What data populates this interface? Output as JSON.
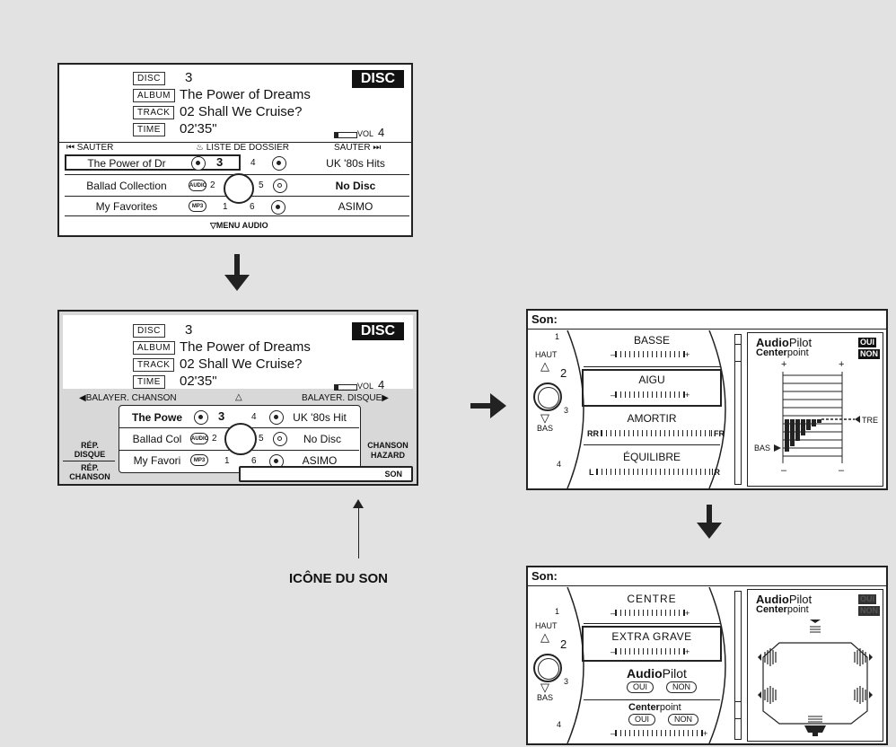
{
  "screen1": {
    "disc_label": "DISC",
    "disc_value": "3",
    "album_label": "ALBUM",
    "album_value": "The Power of Dreams",
    "track_label": "TRACK",
    "track_value": "02  Shall We Cruise?",
    "time_label": "TIME",
    "time_value": "02'35\"",
    "badge": "DISC",
    "vol_label": "VOL",
    "vol_value": "4",
    "nav_left": "SAUTER",
    "nav_center": "LISTE DE DOSSIER",
    "nav_right": "SAUTER",
    "rows": [
      {
        "left": "The Power of  Dr",
        "lnum": "3",
        "rnum": "4",
        "right": "UK '80s Hits"
      },
      {
        "left": "Ballad Collection",
        "lnum": "2",
        "rnum": "5",
        "right": "No Disc"
      },
      {
        "left": "My Favorites",
        "lnum": "1",
        "rnum": "6",
        "right": "ASIMO"
      }
    ],
    "audio_pill": "AUDIO",
    "mp3_pill": "MP3",
    "footer": "MENU AUDIO"
  },
  "screen2": {
    "disc_label": "DISC",
    "disc_value": "3",
    "album_label": "ALBUM",
    "album_value": "The Power of Dreams",
    "track_label": "TRACK",
    "track_value": "02  Shall We Cruise?",
    "time_label": "TIME",
    "time_value": "02'35\"",
    "badge": "DISC",
    "vol_label": "VOL",
    "vol_value": "4",
    "nav_left": "BALAYER. CHANSON",
    "nav_right": "BALAYER. DISQUE",
    "rows": [
      {
        "left": "The Powe",
        "lnum": "3",
        "rnum": "4",
        "right": "UK '80s Hit"
      },
      {
        "left": "Ballad Col",
        "lnum": "2",
        "rnum": "5",
        "right": "No Disc"
      },
      {
        "left": "My Favori",
        "lnum": "1",
        "rnum": "6",
        "right": "ASIMO"
      }
    ],
    "audio_pill": "AUDIO",
    "mp3_pill": "MP3",
    "rep_disque_1": "RÉP.",
    "rep_disque_2": "DISQUE",
    "rep_chanson_1": "RÉP.",
    "rep_chanson_2": "CHANSON",
    "chanson_hazard_1": "CHANSON",
    "chanson_hazard_2": "HAZARD",
    "son": "SON"
  },
  "callout": "ICÔNE DU SON",
  "son1": {
    "title": "Son:",
    "haut": "HAUT",
    "bas": "BAS",
    "current": "2",
    "n1": "1",
    "n3": "3",
    "n4": "4",
    "items": [
      "BASSE",
      "AIGU",
      "AMORTIR",
      "ÉQUILIBRE"
    ],
    "minus": "–",
    "plus": "+",
    "rr": "RR",
    "fr": "FR",
    "l": "L",
    "r": "R",
    "ap_audio": "Audio",
    "ap_pilot": "Pilot",
    "ap_oui": "OUI",
    "cp_center": "Center",
    "cp_point": "point",
    "cp_non": "NON",
    "eq_plus": "+",
    "eq_minus": "–",
    "eq_bas": "BAS",
    "eq_tre": "TRE"
  },
  "son2": {
    "title": "Son:",
    "haut": "HAUT",
    "bas": "BAS",
    "current": "2",
    "n1": "1",
    "n3": "3",
    "n4": "4",
    "items": [
      "CENTRE",
      "EXTRA GRAVE"
    ],
    "minus": "–",
    "plus": "+",
    "ap_audio": "Audio",
    "ap_pilot": "Pilot",
    "ap_oui": "OUI",
    "ap_non": "NON",
    "cp_center": "Center",
    "cp_point": "point",
    "cp_oui": "OUI",
    "cp_non": "NON",
    "side_ap_audio": "Audio",
    "side_ap_pilot": "Pilot",
    "side_oui": "OUI",
    "side_cp_center": "Center",
    "side_cp_point": "point",
    "side_non": "NON"
  }
}
